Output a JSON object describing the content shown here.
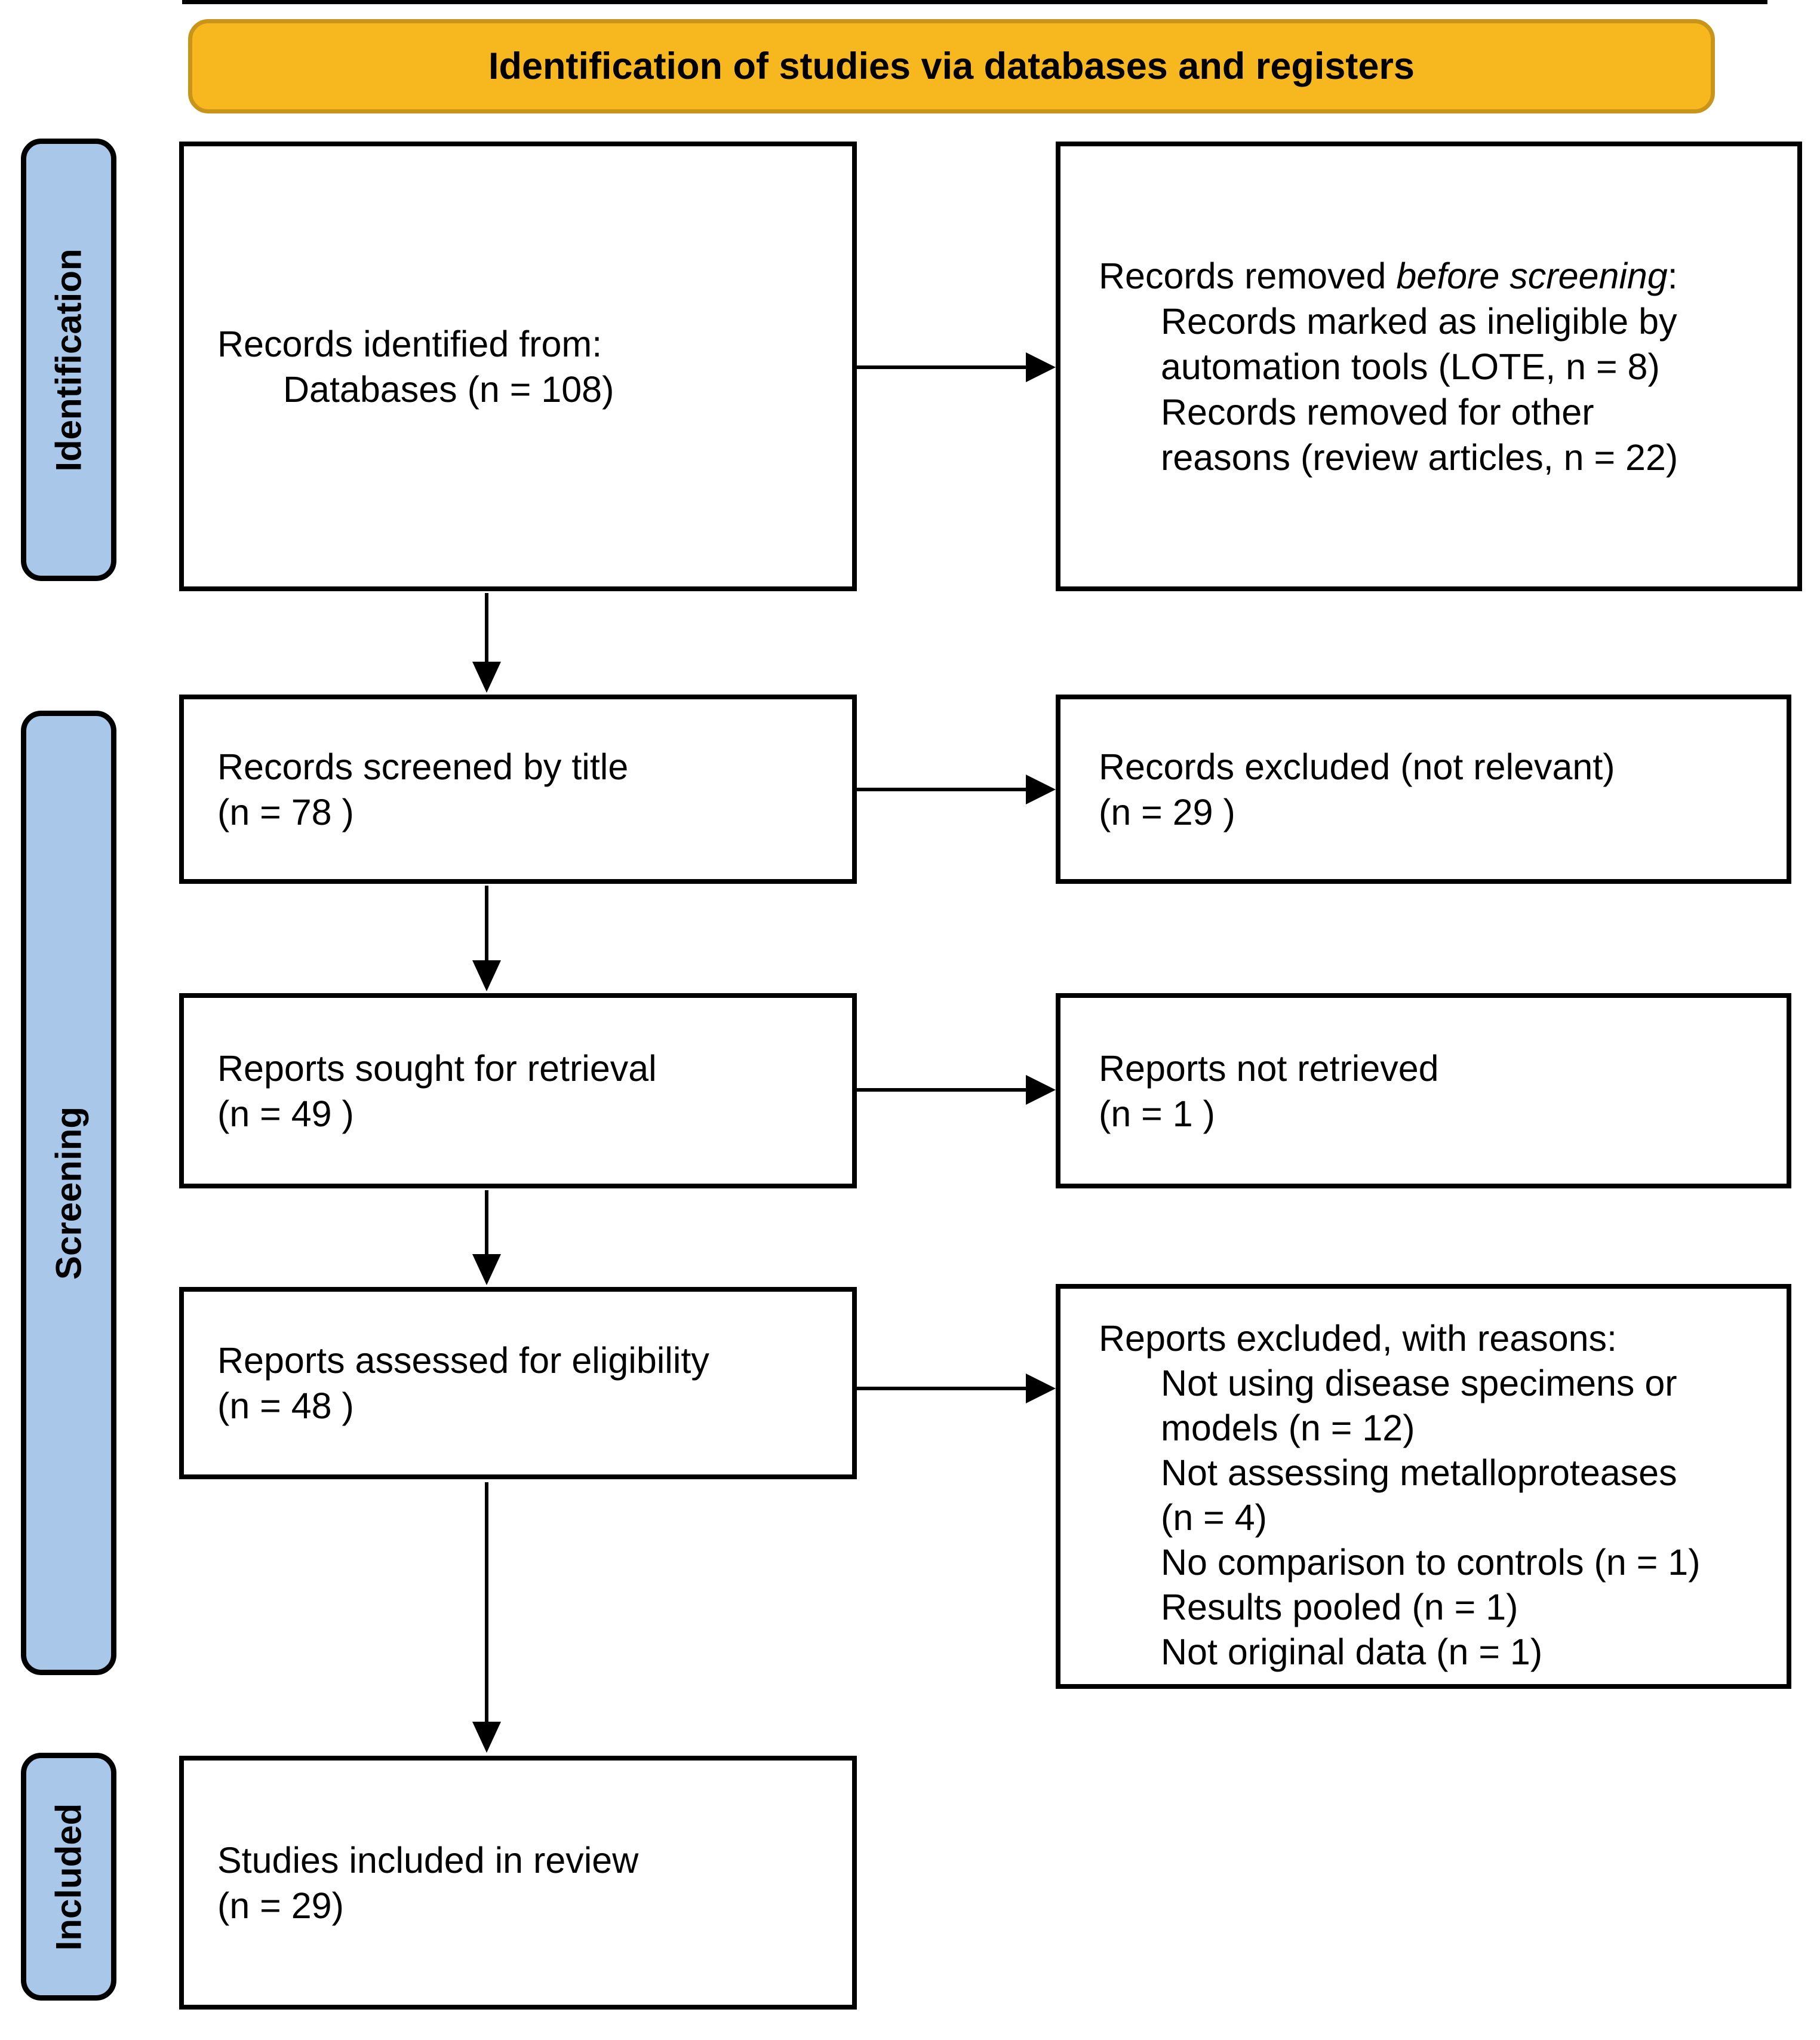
{
  "banner": {
    "title": "Identification of studies via databases and registers"
  },
  "colors": {
    "banner_fill": "#F7B71E",
    "banner_border": "#C8941A",
    "stage_fill": "#A9C8E9",
    "stage_border": "#000000",
    "box_border": "#000000",
    "text": "#000000"
  },
  "stages": {
    "identification": "Identification",
    "screening": "Screening",
    "included": "Included"
  },
  "boxes": {
    "identified": {
      "lines": [
        "Records identified from:",
        "Databases (n = 108)"
      ]
    },
    "removed": {
      "title": {
        "prefix": "Records removed ",
        "italic": "before screening",
        "suffix": ":"
      },
      "items": [
        "Records marked as ineligible by",
        "automation tools (LOTE, n = 8)",
        "Records removed for other",
        "reasons (review articles, n = 22)"
      ]
    },
    "screened": {
      "lines": [
        "Records screened by title",
        "(n = 78 )"
      ]
    },
    "excluded": {
      "lines": [
        "Records excluded (not relevant)",
        "(n = 29 )"
      ]
    },
    "sought": {
      "lines": [
        "Reports sought for retrieval",
        "(n = 49 )"
      ]
    },
    "not_retrieved": {
      "lines": [
        "Reports not retrieved",
        "(n = 1 )"
      ]
    },
    "assessed": {
      "lines": [
        "Reports assessed for eligibility",
        "(n = 48 )"
      ]
    },
    "excluded_reasons": {
      "title": "Reports excluded, with reasons:",
      "items": [
        "Not using disease specimens or",
        "models (n = 12)",
        "Not assessing metalloproteases",
        "(n = 4)",
        "No comparison to controls (n = 1)",
        "Results pooled (n = 1)",
        "Not original data (n = 1)"
      ]
    },
    "included_studies": {
      "lines": [
        "Studies included in review",
        "(n = 29)"
      ]
    }
  }
}
